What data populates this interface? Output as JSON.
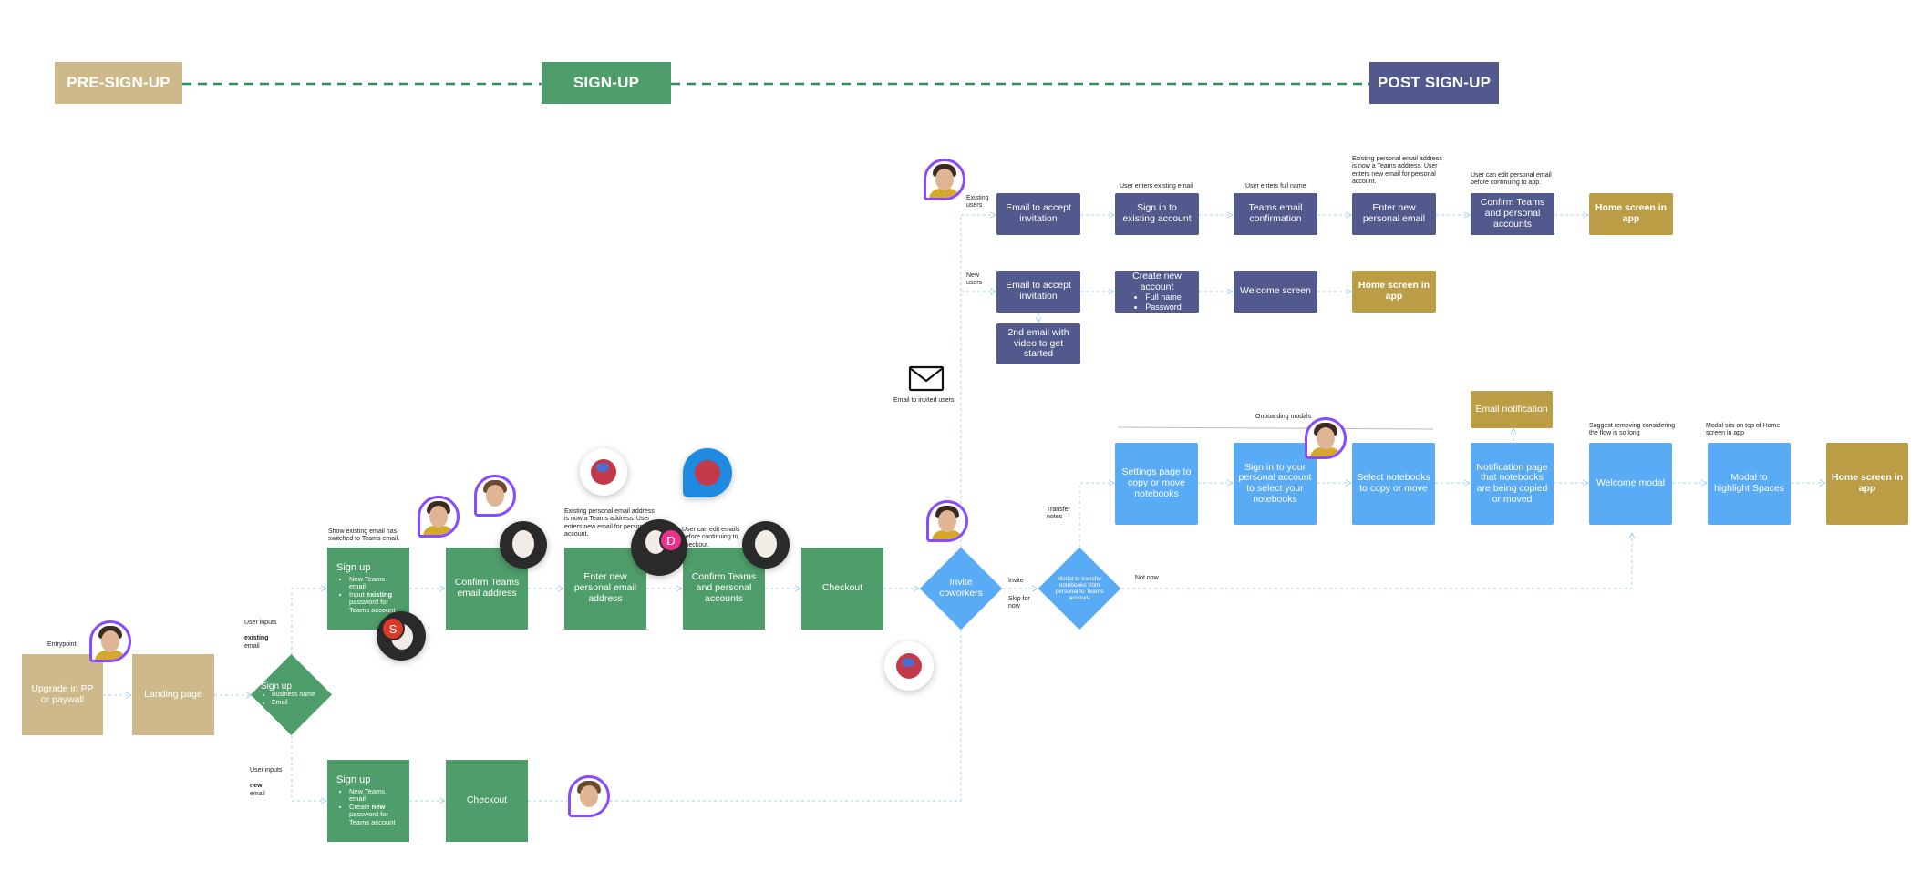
{
  "phases": {
    "pre": "PRE-SIGN-UP",
    "sign": "SIGN-UP",
    "post": "POST SIGN-UP"
  },
  "colors": {
    "sand": "#cdb98a",
    "green": "#4f9d6a",
    "navy": "#525a8d",
    "blue": "#5aabf5",
    "gold": "#bb9d45",
    "connector": "#a9d3f2",
    "avatar_ring": "#8a4bff"
  },
  "presignup": {
    "upgrade": "Upgrade in PP or paywall",
    "landing": "Landing page",
    "entrypoint": "Entrypoint"
  },
  "signup_decision": {
    "title": "Sign up",
    "bullets": [
      "Business name",
      "Email"
    ]
  },
  "existing_branch": {
    "label_prefix": "User inputs",
    "label_strong": "existing",
    "label_suffix": "email",
    "signup_title": "Sign up",
    "bullet1": "New Teams email",
    "bullet2_pre": "Input",
    "bullet2_strong": "existing",
    "bullet2_post": "password for Teams account",
    "confirm": "Confirm Teams email address",
    "enter": "Enter new personal email address",
    "confirm_accounts": "Confirm Teams and personal accounts",
    "checkout": "Checkout",
    "note_show": "Show existing email has switched to Teams email.",
    "note_existing": "Existing personal email address is now a Teams address. User enters new email for personal account.",
    "note_edit": "User can edit emails before continuing to checkout."
  },
  "new_branch": {
    "label_prefix": "User inputs",
    "label_strong": "new",
    "label_suffix": "email",
    "signup_title": "Sign up",
    "bullet1": "New Teams email",
    "bullet2_pre": "Create",
    "bullet2_strong": "new",
    "bullet2_post": "password for Teams account",
    "checkout": "Checkout"
  },
  "invite": {
    "title": "Invite coworkers",
    "invite_label": "Invite",
    "skip_label": "Skip for now",
    "email_label": "Email to invited users"
  },
  "existing_users": {
    "label": "Existing users",
    "nodes": [
      "Email to accept invitation",
      "Sign in to existing account",
      "Teams email confirmation",
      "Enter new personal email",
      "Confirm Teams and personal accounts",
      "Home screen in app"
    ],
    "notes": [
      "User enters existing email",
      "User enters full name",
      "Existing personal email address is now a Teams address. User enters new email for personal account.",
      "User can edit personal email before continuing to app."
    ]
  },
  "new_users": {
    "label": "New users",
    "accept": "Email to accept invitation",
    "create_title": "Create new account",
    "create_bullets": [
      "Full name",
      "Password"
    ],
    "welcome": "Welcome screen",
    "home": "Home screen in app",
    "second_email": "2nd email with video to get started"
  },
  "transfer": {
    "modal": "Modal to transfer notebooks from personal to Teams account",
    "transfer_label": "Transfer notes",
    "not_now": "Not now",
    "onboarding": "Onboarding modals",
    "nodes": [
      "Settings page to copy or move notebooks",
      "Sign in to your personal account to select your notebooks",
      "Select notebooks to copy or move",
      "Notification page that notebooks are being copied or moved",
      "Welcome modal",
      "Modal to highlight Spaces",
      "Home screen in app"
    ],
    "email_notification": "Email notification",
    "note_suggest": "Suggest removing considering the flow is so long",
    "note_modal": "Modal sits on top of Home screen in app"
  },
  "collaborators": {
    "initial_s": "S",
    "initial_d": "D"
  }
}
